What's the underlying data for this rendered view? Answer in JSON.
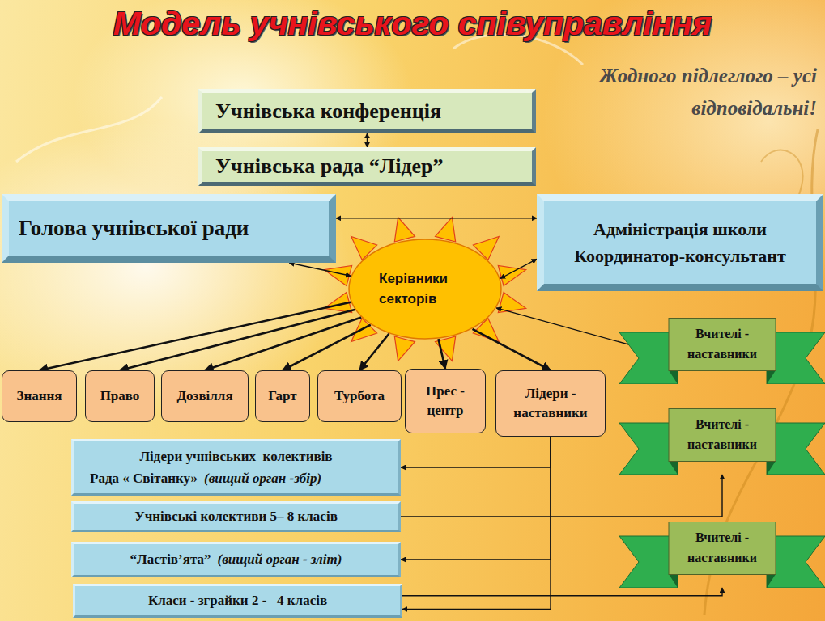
{
  "diagram": {
    "title": "Модель учнівського співуправління",
    "nodes": [
      {
        "text": [
          "Учнівська конференція"
        ]
      },
      {
        "text": [
          "Учнівська рада “Лідер”"
        ]
      },
      {
        "text": [
          "Голова учнівської ради"
        ]
      },
      {
        "text": [
          "Адміністрація школи Координатор-консультант"
        ]
      },
      {
        "text": [
          "Керівники секторів"
        ]
      },
      {
        "text": [
          "Знання"
        ]
      },
      {
        "text": [
          "Право"
        ]
      },
      {
        "text": [
          "Дозвілля"
        ]
      },
      {
        "text": [
          "Гарт"
        ]
      },
      {
        "text": [
          "Турбота"
        ]
      },
      {
        "text": [
          "Прес - центр"
        ]
      },
      {
        "text": [
          "Лідери - наставники"
        ]
      },
      {
        "text": [
          "Вчителі - наставники"
        ]
      },
      {
        "text": [
          "Лідери учнівських  колективів",
          "Рада « Світанку»",
          "(вищий орган -збір)"
        ]
      },
      {
        "text": [
          "Вчителі - наставники"
        ]
      },
      {
        "text": [
          "Учнівські колективи 5– 8 класів"
        ]
      },
      {
        "text": [
          "Вчителі - наставники"
        ]
      },
      {
        "text": [
          "“Ластів’ята”",
          "(вищий орган - зліт)"
        ]
      },
      {
        "text": [
          "Класи - зграйки 2 -   4 класів"
        ]
      }
    ],
    "edges": [
      {
        "from": 0,
        "to": 1,
        "arrow": "both"
      },
      {
        "from": 2,
        "to": 3,
        "arrow": "both"
      },
      {
        "from": 2,
        "to": 4,
        "arrow": "both"
      },
      {
        "from": 3,
        "to": 4,
        "arrow": "both"
      },
      {
        "from": 4,
        "to": 5,
        "arrow": "to"
      },
      {
        "from": 4,
        "to": 6,
        "arrow": "to"
      },
      {
        "from": 4,
        "to": 7,
        "arrow": "to"
      },
      {
        "from": 4,
        "to": 8,
        "arrow": "to"
      },
      {
        "from": 4,
        "to": 9,
        "arrow": "to"
      },
      {
        "from": 4,
        "to": 10,
        "arrow": "to"
      },
      {
        "from": 4,
        "to": 11,
        "arrow": "to"
      },
      {
        "from": 4,
        "to": 12,
        "arrow": "both"
      },
      {
        "from": 11,
        "to": 13,
        "arrow": "to"
      },
      {
        "from": 11,
        "to": 17,
        "arrow": "to"
      },
      {
        "from": 11,
        "to": 18,
        "arrow": "to"
      },
      {
        "from": 15,
        "to": 14,
        "arrow": "to"
      },
      {
        "from": 18,
        "to": 16,
        "arrow": "to"
      }
    ],
    "labels": [
      "Жодного підлеглого – усі відповідальні!"
    ]
  }
}
